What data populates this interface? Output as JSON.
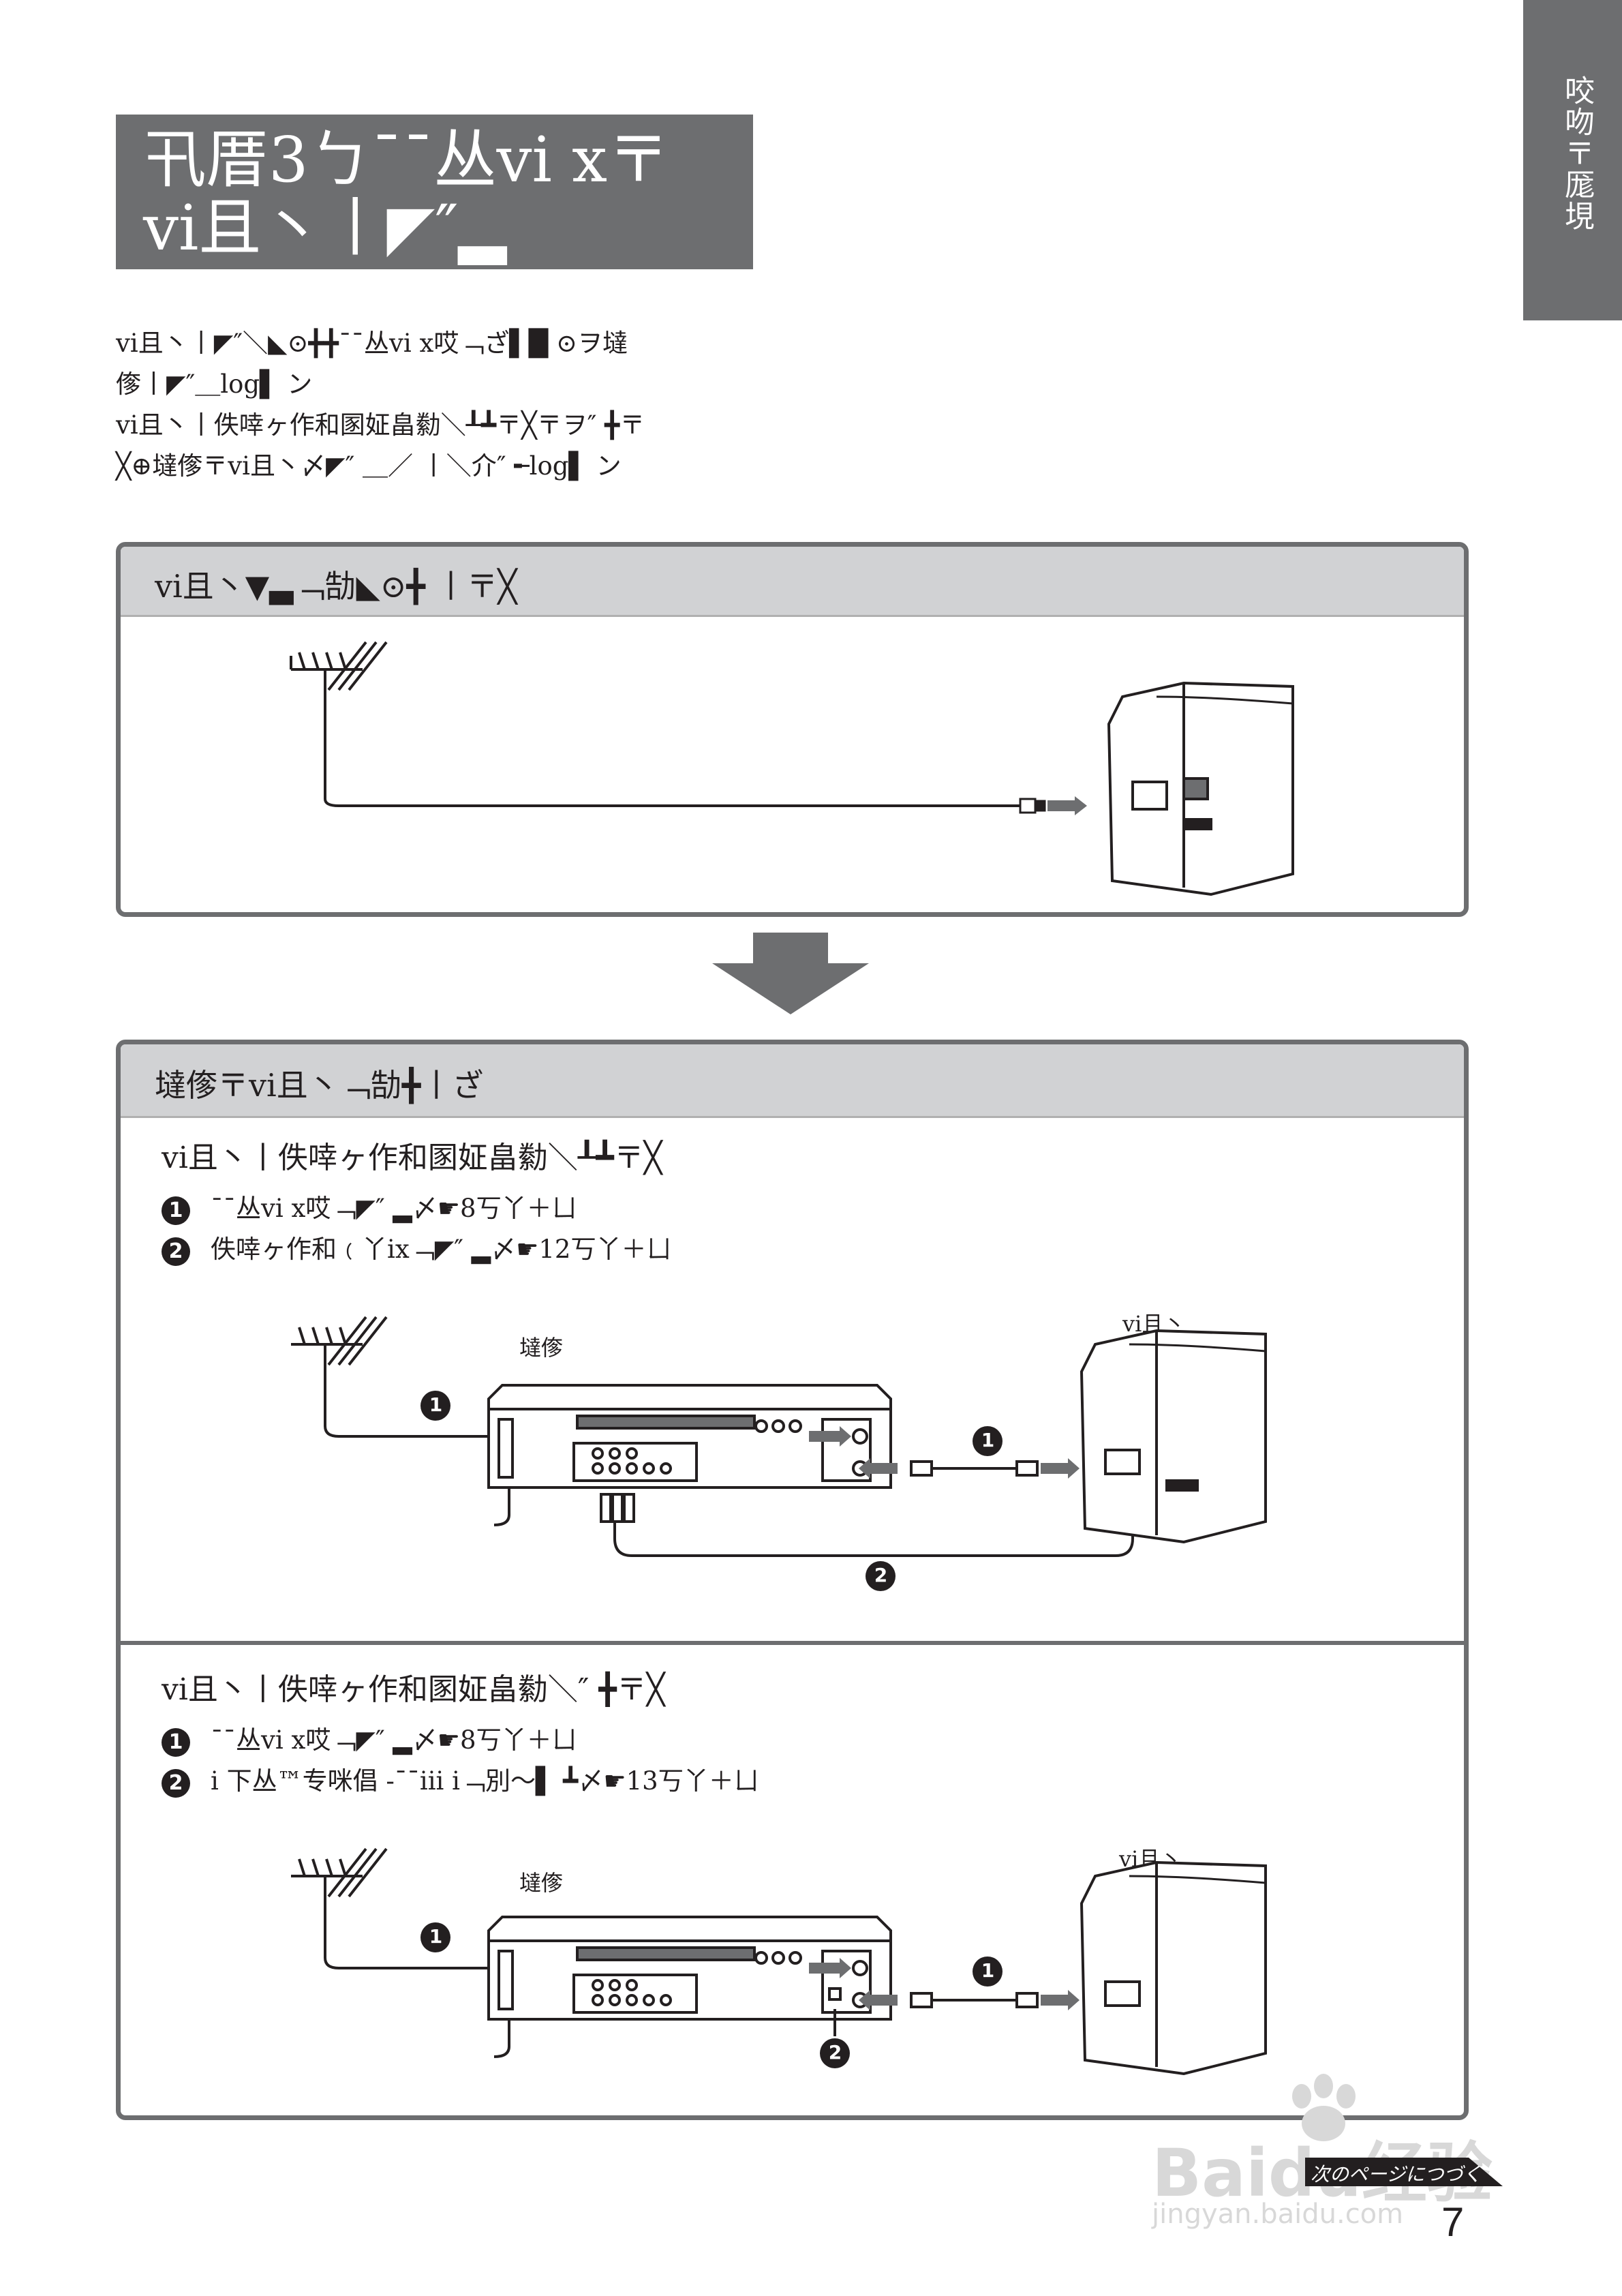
{
  "side_tab": {
    "text": "咬吻〒厖垷"
  },
  "title": {
    "line1": "卂厝3ㄅ¯¯丛vi x〒",
    "line2": "vi且丶丨◤″▂"
  },
  "intro": {
    "lines": [
      "vi且丶丨◤″＼◣⊙╋╋¯¯丛vi x哎﹁ざ▌█ ⊙ヲ墶",
      "偧丨◤″＿log▌ ン",
      "vi且丶丨佚啈ヶ作和圂姃畠勬＼┸┻〒╳〒ヲ″ ╋〒",
      "╳⊕墶偧〒vi且丶〆◤″ ＿／ 丨＼介″ ╾log▌ ン"
    ]
  },
  "panel_before": {
    "header": "vi且丶▼▃﹁勂◣⊙╋ 丨〒╳"
  },
  "panel_after": {
    "header": "墶偧〒vi且丶﹁勂╋丨ざ",
    "section1": {
      "heading": "vi且丶丨佚啈ヶ作和圂姃畠勬＼┸┻〒╳",
      "steps": [
        {
          "num": "1",
          "text": "¯¯丛vi x哎﹁◤″ ▂〆☛8丂丫＋ㄩ"
        },
        {
          "num": "2",
          "text": "佚啈ヶ作和﹙丫ix﹁◤″ ▂〆☛12丂丫＋ㄩ"
        }
      ],
      "label_vcr": "墶偧",
      "label_tv": "vi且丶",
      "callouts": [
        "1",
        "1",
        "2"
      ]
    },
    "section2": {
      "heading": "vi且丶丨佚啈ヶ作和圂姃畠勬＼″ ╋〒╳",
      "steps": [
        {
          "num": "1",
          "text": "¯¯丛vi x哎﹁◤″ ▂〆☛8丂丫＋ㄩ"
        },
        {
          "num": "2",
          "text": "i 下丛™专咪倡 -¯¯iii i﹁別〜▌ ┻〆☛13丂丫＋ㄩ"
        }
      ],
      "label_vcr": "墶偧",
      "label_tv": "vi且丶",
      "callouts": [
        "1",
        "1",
        "2"
      ]
    }
  },
  "footer": {
    "next_page": "次のページにつづく",
    "page_number": "7",
    "watermark": "Baidu经验",
    "watermark_url": "jingyan.baidu.com"
  }
}
